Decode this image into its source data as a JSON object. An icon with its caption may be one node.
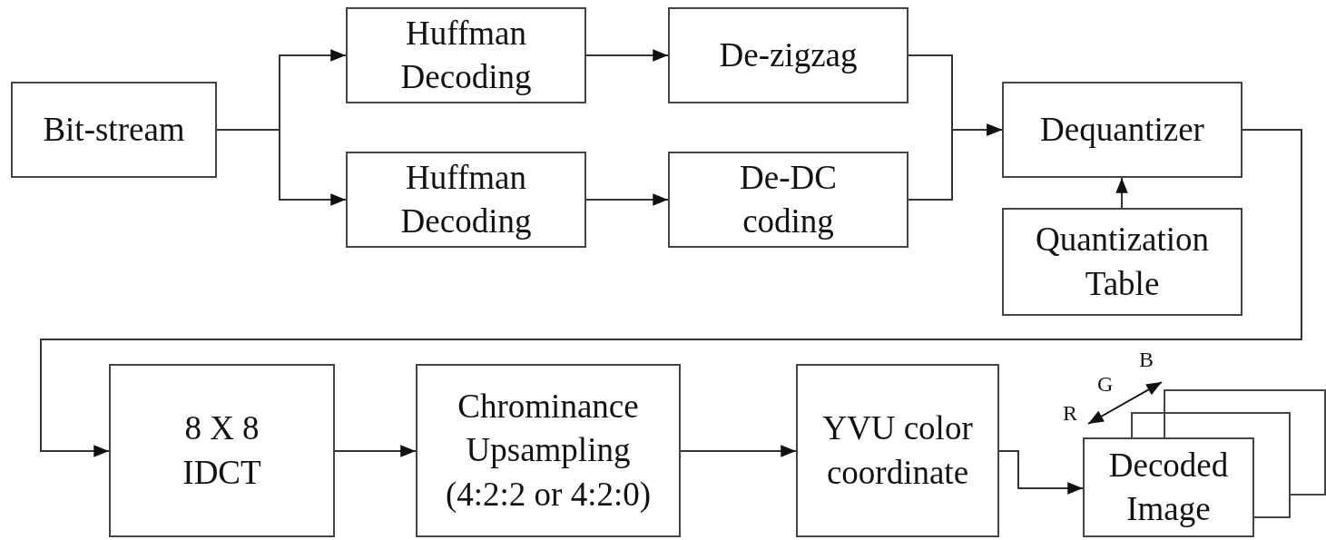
{
  "diagram": {
    "nodes": [
      {
        "text": [
          "Bit-stream"
        ]
      },
      {
        "text": [
          "Huffman Decoding"
        ]
      },
      {
        "text": [
          "De-zigzag"
        ]
      },
      {
        "text": [
          "Huffman Decoding"
        ]
      },
      {
        "text": [
          "De-DC coding"
        ]
      },
      {
        "text": [
          "Dequantizer"
        ]
      },
      {
        "text": [
          "Quantization Table"
        ]
      },
      {
        "text": [
          "8 X 8 IDCT"
        ]
      },
      {
        "text": [
          "Chrominance Upsampling (4:2:2 or 4:2:0)"
        ]
      },
      {
        "text": [
          "YVU color coordinate"
        ]
      },
      {
        "text": [
          "Decoded Image"
        ]
      }
    ],
    "edges": [
      {
        "from": 0,
        "to": 1,
        "arrow": "to"
      },
      {
        "from": 0,
        "to": 3,
        "arrow": "to"
      },
      {
        "from": 1,
        "to": 2,
        "arrow": "to"
      },
      {
        "from": 3,
        "to": 4,
        "arrow": "to"
      },
      {
        "from": 2,
        "to": 5,
        "arrow": "to"
      },
      {
        "from": 4,
        "to": 5,
        "arrow": "to"
      },
      {
        "from": 6,
        "to": 5,
        "arrow": "to"
      },
      {
        "from": 5,
        "to": 7,
        "arrow": "to"
      },
      {
        "from": 7,
        "to": 8,
        "arrow": "to"
      },
      {
        "from": 8,
        "to": 9,
        "arrow": "to"
      },
      {
        "from": 9,
        "to": 10,
        "arrow": "to"
      }
    ],
    "labels": [
      "R",
      "G",
      "B"
    ]
  }
}
